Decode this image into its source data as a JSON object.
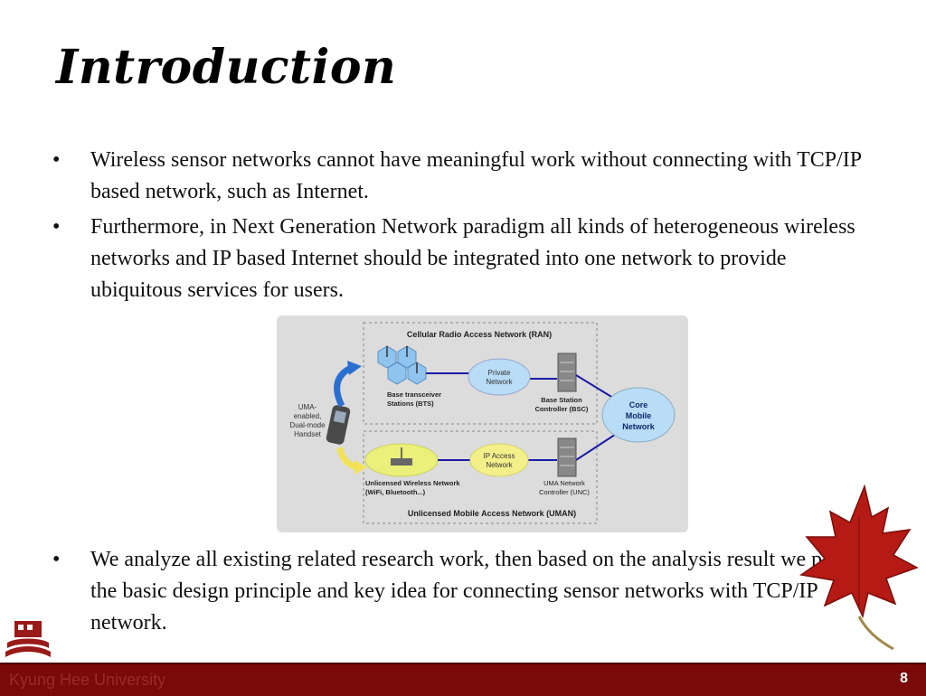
{
  "slide": {
    "title": "Introduction",
    "bullet_symbol": "•",
    "bullets": [
      "Wireless sensor networks cannot have meaningful work without connecting with TCP/IP based network, such as Internet.",
      "Furthermore, in Next Generation Network paradigm all kinds of heterogeneous wireless networks and IP based Internet should be integrated into one network to provide ubiquitous services for users."
    ],
    "bottom_bullets": [
      "We analyze all existing related research work, then based on the analysis result we present the basic design principle and key idea for connecting sensor networks with TCP/IP network."
    ]
  },
  "diagram": {
    "ran_title": "Cellular Radio Access Network (RAN)",
    "uman_title": "Unlicensed Mobile Access Network (UMAN)",
    "handset_label": [
      "UMA-",
      "enabled,",
      "Dual-mode",
      "Handset"
    ],
    "bts_label": [
      "Base transceiver",
      "Stations (BTS)"
    ],
    "private_network": [
      "Private",
      "Network"
    ],
    "bsc_label": [
      "Base Station",
      "Controller (BSC)"
    ],
    "core_network": [
      "Core",
      "Mobile",
      "Network"
    ],
    "unlicensed_label": [
      "Unlicensed Wireless Network",
      "(WiFi, Bluetooth...)"
    ],
    "ip_access": [
      "IP Access",
      "Network"
    ],
    "unc_label": [
      "UMA Network",
      "Controller (UNC)"
    ]
  },
  "footer": {
    "university": "Kyung Hee University",
    "page_number": "8"
  },
  "colors": {
    "footer_bg": "#7a0a0a",
    "leaf": "#b51a14",
    "cloud_blue": "#b9dcf7",
    "cloud_yellow": "#f3f08a",
    "link_blue": "#1a1aa8"
  }
}
